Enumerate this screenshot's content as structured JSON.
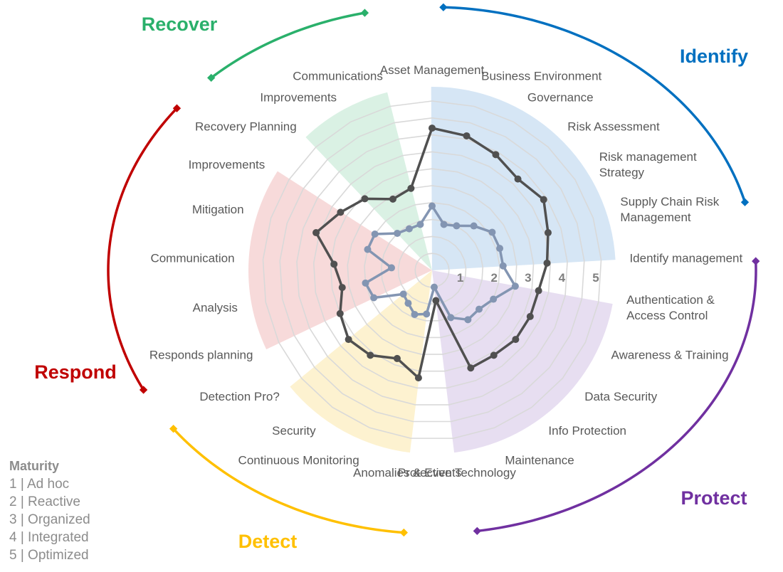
{
  "chart_data": {
    "type": "radar",
    "max": 5,
    "ring_labels": [
      "1",
      "2",
      "3",
      "4",
      "5"
    ],
    "categories": [
      [
        "Asset Management"
      ],
      [
        "Business Environment"
      ],
      [
        "Governance"
      ],
      [
        "Risk Assessment"
      ],
      [
        "Risk management",
        "Strategy"
      ],
      [
        "Supply Chain Risk",
        "Management"
      ],
      [
        "Identify management"
      ],
      [
        "Authentication &",
        "Access Control"
      ],
      [
        "Awareness & Training"
      ],
      [
        "Data Security"
      ],
      [
        "Info Protection"
      ],
      [
        "Maintenance"
      ],
      [
        "Protective Technology"
      ],
      [
        "Anomalies & Events"
      ],
      [
        "Continuous Monitoring"
      ],
      [
        "Security"
      ],
      [
        "Detection Pro?"
      ],
      [
        "Responds planning"
      ],
      [
        "Analysis"
      ],
      [
        "Communication"
      ],
      [
        "Mitigation"
      ],
      [
        "Improvements"
      ],
      [
        "Recovery Planning"
      ],
      [
        "Improvements"
      ],
      [
        "Communications"
      ]
    ],
    "series": [
      {
        "color": "#505050",
        "values": [
          4.2,
          4.1,
          3.9,
          3.7,
          3.9,
          3.6,
          3.4,
          3.2,
          3.2,
          3.2,
          3.1,
          3.1,
          0.9,
          3.2,
          2.8,
          3.1,
          3.2,
          3.0,
          2.7,
          2.9,
          3.6,
          3.2,
          2.9,
          2.4,
          2.5
        ]
      },
      {
        "color": "#8395b2",
        "values": [
          1.9,
          1.4,
          1.5,
          1.8,
          2.1,
          2.1,
          2.1,
          2.5,
          2.0,
          1.8,
          1.8,
          1.5,
          0.5,
          1.3,
          1.4,
          1.2,
          1.1,
          1.9,
          2.0,
          1.2,
          2.0,
          2.0,
          1.5,
          1.4,
          1.4
        ]
      }
    ],
    "functions": [
      {
        "name": "Identify",
        "color": "#0070c0",
        "shade": "#cfe2f3",
        "start": 0,
        "count": 7
      },
      {
        "name": "Protect",
        "color": "#7030a0",
        "shade": "#e3d8ee",
        "start": 7,
        "count": 6
      },
      {
        "name": "Detect",
        "color": "#ffc000",
        "shade": "#fdf0c8",
        "start": 13,
        "count": 4
      },
      {
        "name": "Respond",
        "color": "#c00000",
        "shade": "#f6d3d3",
        "start": 17,
        "count": 5
      },
      {
        "name": "Recover",
        "color": "#2ab06b",
        "shade": "#d3efdf",
        "start": 22,
        "count": 3
      }
    ]
  },
  "legend": {
    "title": "Maturity",
    "items": [
      "1 | Ad hoc",
      "2 | Reactive",
      "3 | Organized",
      "4 | Integrated",
      "5 | Optimized"
    ]
  }
}
